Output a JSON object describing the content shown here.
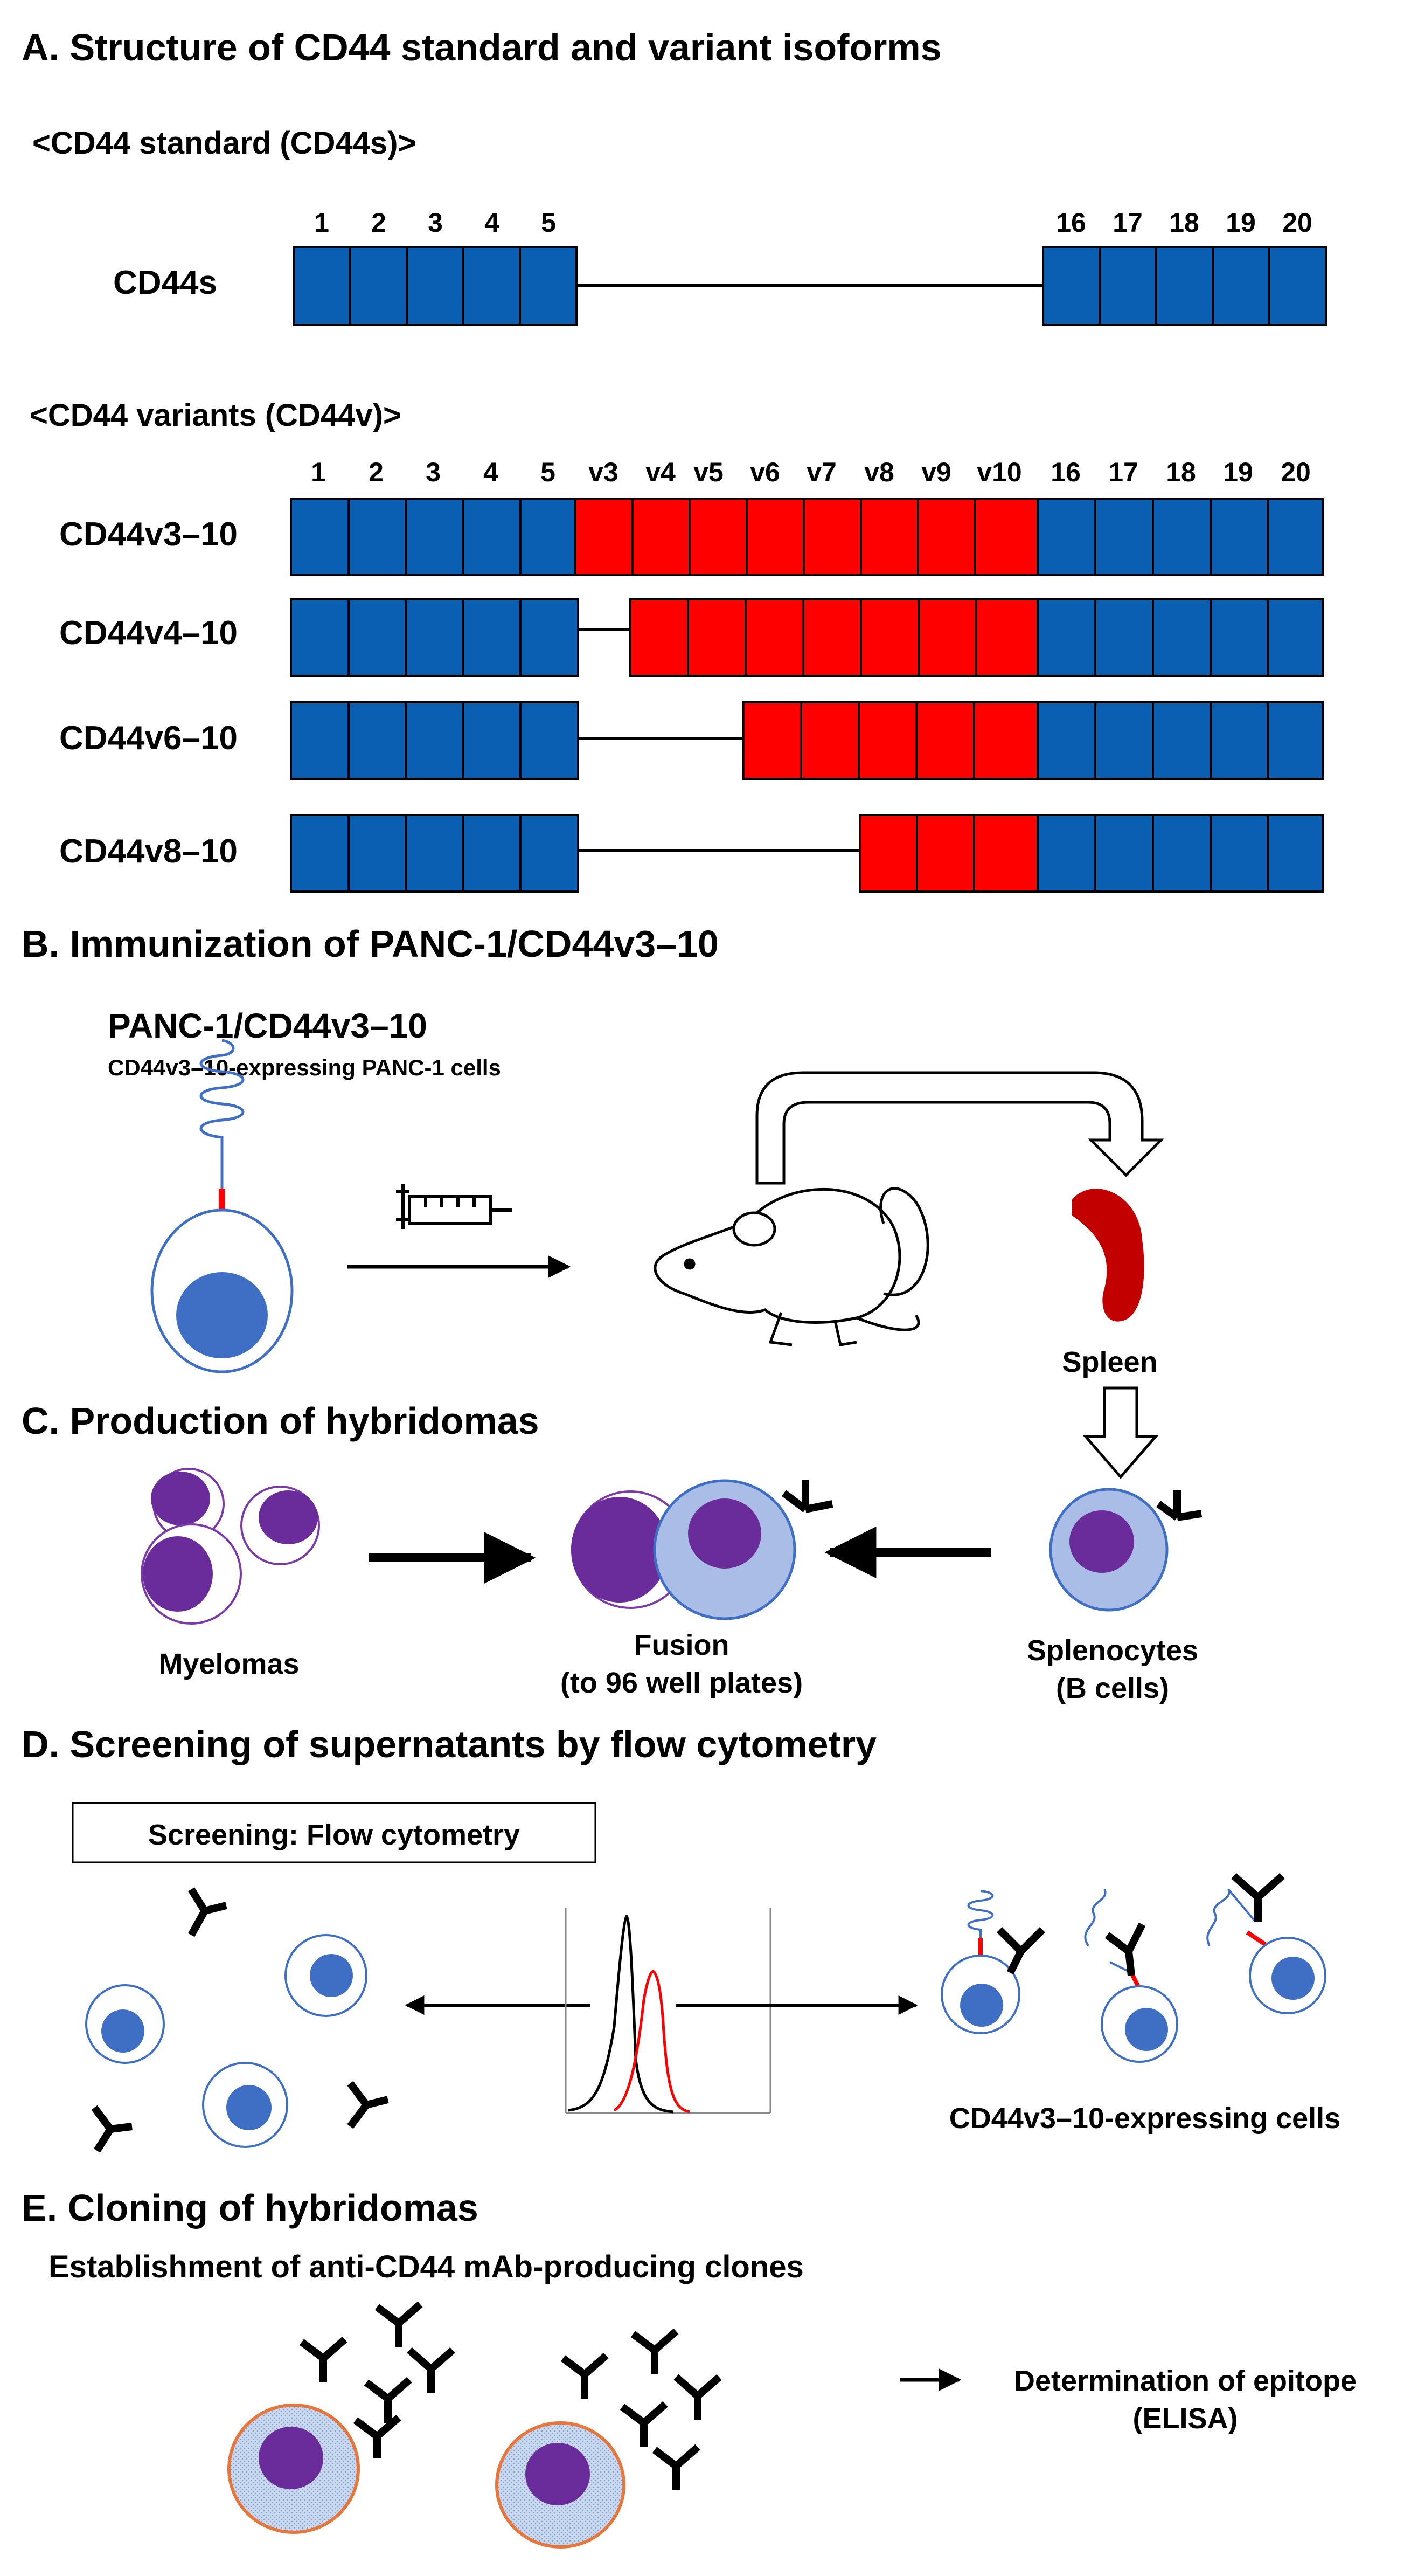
{
  "colors": {
    "standard_exon": "#0b5fb3",
    "variant_exon": "#ff0000",
    "cell_nucleus": "#3f6fc4",
    "myeloma_nucleus": "#6a2c9a",
    "splenocyte_body": "#a9bde6",
    "spleen": "#c30000",
    "clone_body": "#b9cde8",
    "clone_border": "#e8763a"
  },
  "section_a": {
    "title": "A. Structure of CD44 standard and variant isoforms",
    "standard_subtitle": "<CD44 standard (CD44s)>",
    "variant_subtitle": "<CD44 variants (CD44v)>",
    "standard_exon_labels": [
      "1",
      "2",
      "3",
      "4",
      "5",
      "16",
      "17",
      "18",
      "19",
      "20"
    ],
    "variant_exon_labels": [
      "1",
      "2",
      "3",
      "4",
      "5",
      "v3",
      "v4",
      "v5",
      "v6",
      "v7",
      "v8",
      "v9",
      "v10",
      "16",
      "17",
      "18",
      "19",
      "20"
    ],
    "isoforms": [
      {
        "name": "CD44s"
      },
      {
        "name": "CD44v3–10"
      },
      {
        "name": "CD44v4–10"
      },
      {
        "name": "CD44v6–10"
      },
      {
        "name": "CD44v8–10"
      }
    ]
  },
  "section_b": {
    "title": "B. Immunization of PANC-1/CD44v3–10",
    "cell_title": "PANC-1/CD44v3–10",
    "cell_subtitle": "CD44v3–10-expressing PANC-1 cells",
    "spleen_label": "Spleen",
    "icons": [
      "cell-icon",
      "syringe-icon",
      "mouse-icon",
      "spleen-icon",
      "curved-arrow-icon",
      "down-arrow-icon"
    ]
  },
  "section_c": {
    "title": "C. Production of hybridomas",
    "myelomas_label": "Myelomas",
    "fusion_label_line1": "Fusion",
    "fusion_label_line2": "(to 96 well plates)",
    "splenocytes_label_line1": "Splenocytes",
    "splenocytes_label_line2": "(B cells)"
  },
  "section_d": {
    "title": "D. Screening of supernatants by flow cytometry",
    "box_label": "Screening: Flow cytometry",
    "expressing_cells_label": "CD44v3–10-expressing cells",
    "histogram_lines": [
      "black",
      "red"
    ]
  },
  "section_e": {
    "title": "E. Cloning of hybridomas",
    "subtitle": "Establishment of anti-CD44 mAb-producing clones",
    "result_line1": "Determination of epitope",
    "result_line2": "(ELISA)"
  }
}
